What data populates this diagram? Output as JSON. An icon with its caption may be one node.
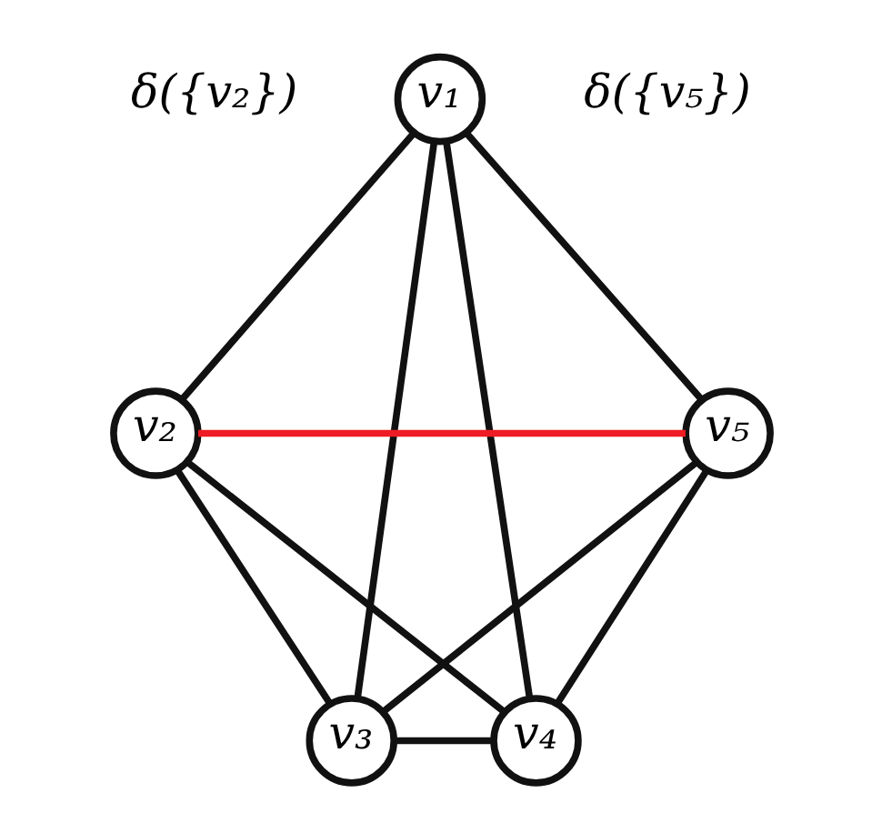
{
  "diagram": {
    "nodes": [
      {
        "text": [
          "v₁"
        ]
      },
      {
        "text": [
          "v₂"
        ]
      },
      {
        "text": [
          "v₃"
        ]
      },
      {
        "text": [
          "v₄"
        ]
      },
      {
        "text": [
          "v₅"
        ]
      }
    ],
    "edges": [
      {
        "from": 0,
        "to": 1,
        "arrow": "none"
      },
      {
        "from": 0,
        "to": 2,
        "arrow": "none"
      },
      {
        "from": 0,
        "to": 3,
        "arrow": "none"
      },
      {
        "from": 0,
        "to": 4,
        "arrow": "none"
      },
      {
        "from": 1,
        "to": 4,
        "arrow": "none",
        "color": "#ee1c24"
      },
      {
        "from": 1,
        "to": 2,
        "arrow": "none"
      },
      {
        "from": 1,
        "to": 3,
        "arrow": "none"
      },
      {
        "from": 4,
        "to": 2,
        "arrow": "none"
      },
      {
        "from": 4,
        "to": 3,
        "arrow": "none"
      },
      {
        "from": 2,
        "to": 3,
        "arrow": "none"
      }
    ],
    "labels": [
      "δ({v₂})",
      "δ({v₅})"
    ]
  }
}
